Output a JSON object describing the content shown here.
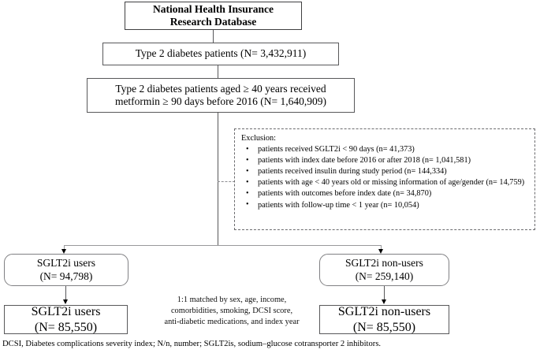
{
  "diagram": {
    "type": "study-flow-chart",
    "title_box": {
      "lines": [
        "National Health Insurance",
        "Research Database"
      ]
    },
    "cohort1_box": {
      "lines": [
        "Type 2 diabetes patients (N= 3,432,911)"
      ]
    },
    "cohort2_box": {
      "lines": [
        "Type 2 diabetes patients aged ≥ 40 years received",
        "metformin ≥ 90 days before 2016 (N= 1,640,909)"
      ]
    },
    "exclusion_box": {
      "heading": "Exclusion:",
      "bullet_glyph": "•",
      "items": [
        "patients received SGLT2i < 90 days (n= 41,373)",
        "patients with index date before 2016 or after 2018  (n= 1,041,581)",
        "patients received insulin during study period (n= 144,334)",
        "patients with age < 40 years old or missing information of age/gender (n= 14,759)",
        "patients with outcomes before index date (n= 34,870)",
        "patients with follow-up time < 1 year (n= 10,054)"
      ]
    },
    "users_pre_box": {
      "lines": [
        "SGLT2i users",
        "(N= 94,798)"
      ]
    },
    "nonusers_pre_box": {
      "lines": [
        "SGLT2i non-users",
        "(N= 259,140)"
      ]
    },
    "users_post_box": {
      "lines": [
        "SGLT2i users",
        "(N= 85,550)"
      ]
    },
    "nonusers_post_box": {
      "lines": [
        "SGLT2i non-users",
        "(N= 85,550)"
      ]
    },
    "match_note": {
      "lines": [
        "1:1 matched by sex, age, income,",
        "comorbidities, smoking, DCSI score,",
        "anti-diabetic medications, and index year"
      ]
    },
    "footnote": "DCSI, Diabetes complications severity index; N/n, number; SGLT2is, sodium–glucose cotransporter 2 inhibitors.",
    "colors": {
      "box_border": "#58585a",
      "round_box_border": "#808083",
      "dashed_border": "#6b6b6e",
      "text": "#000000",
      "background": "#ffffff"
    }
  }
}
